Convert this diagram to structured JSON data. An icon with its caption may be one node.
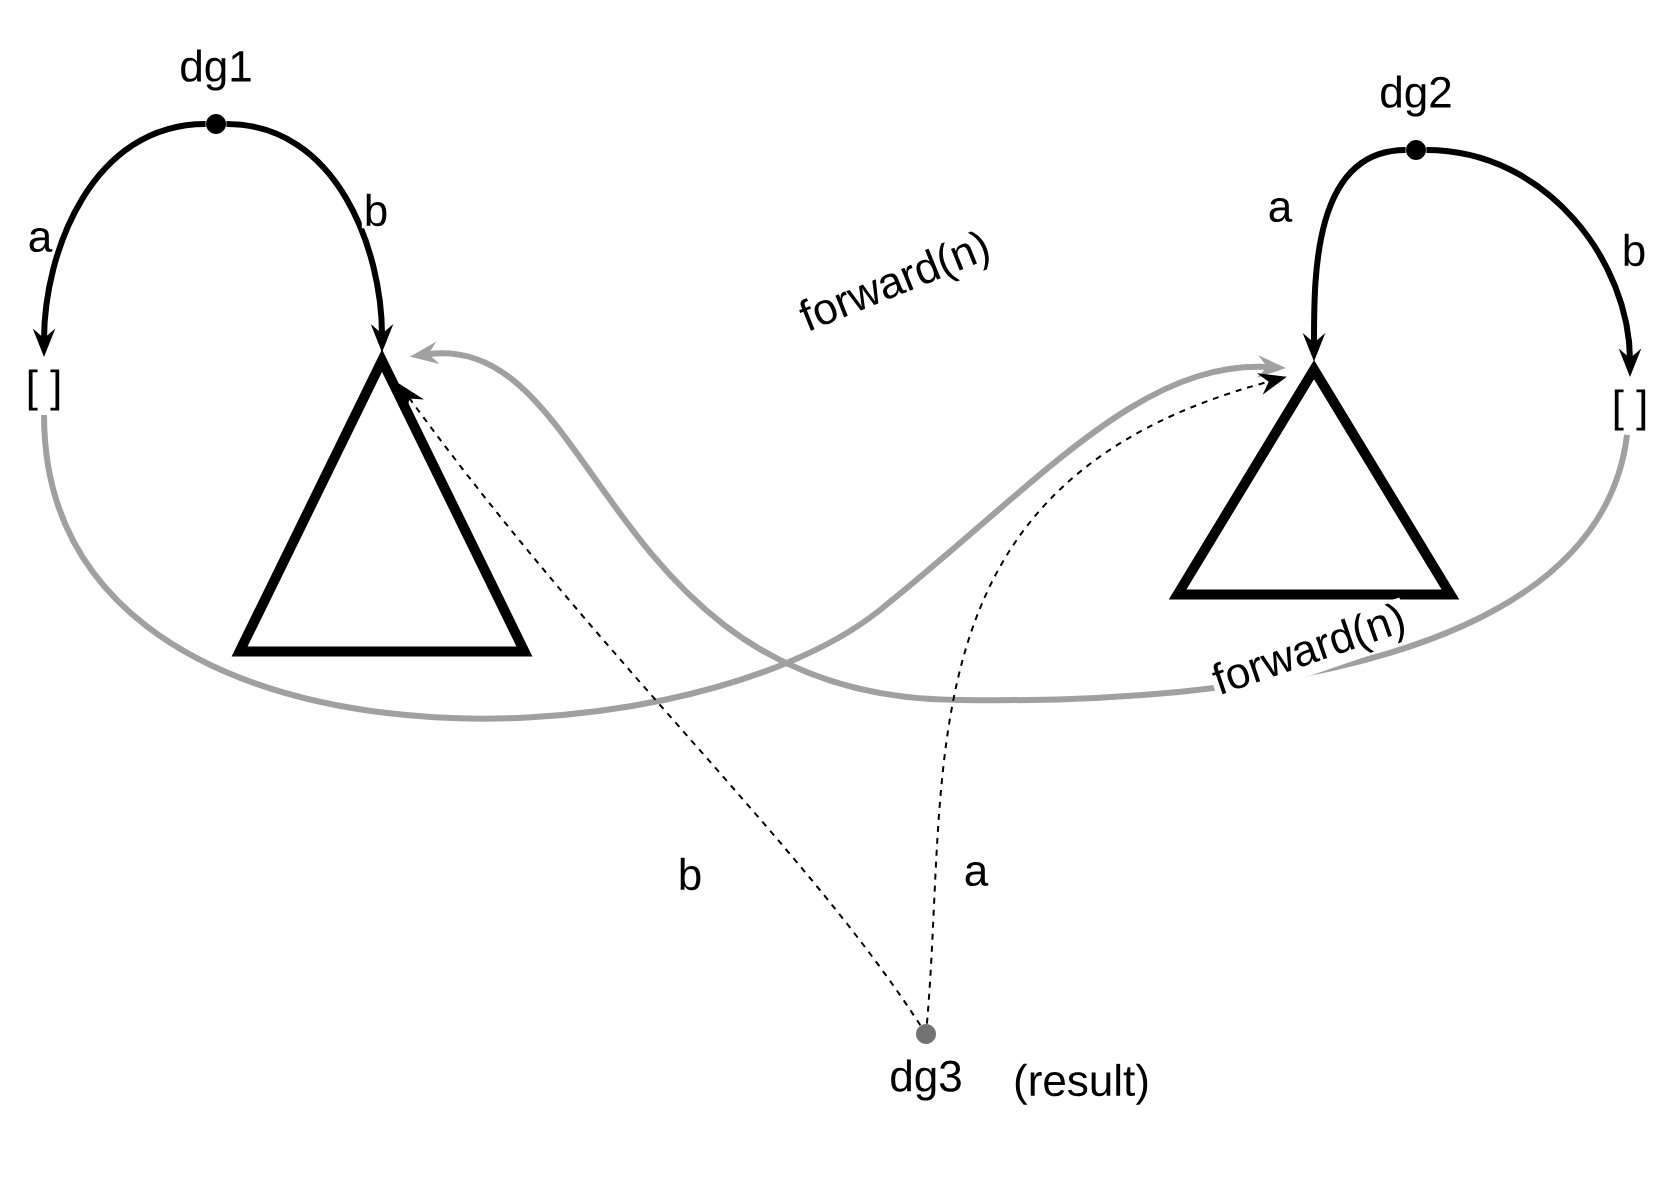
{
  "diagram": {
    "nodes": [
      {
        "text": [
          "dg1"
        ]
      },
      {
        "text": [
          "[ ]"
        ]
      },
      {
        "text": [],
        "shape": "triangle"
      },
      {
        "text": [
          "dg2"
        ]
      },
      {
        "text": [],
        "shape": "triangle"
      },
      {
        "text": [
          "[ ]"
        ]
      },
      {
        "text": [
          "dg3"
        ],
        "beside": [
          "(result)"
        ]
      }
    ],
    "edges": [
      {
        "from": 0,
        "to": 1,
        "arrow": "to",
        "label": "a"
      },
      {
        "from": 0,
        "to": 2,
        "arrow": "to",
        "label": "b"
      },
      {
        "from": 3,
        "to": 4,
        "arrow": "to",
        "label": "a"
      },
      {
        "from": 3,
        "to": 5,
        "arrow": "to",
        "label": "b"
      },
      {
        "from": 1,
        "to": 4,
        "arrow": "to",
        "label": "forward(n)",
        "color": "#a0a0a0"
      },
      {
        "from": 5,
        "to": 2,
        "arrow": "to",
        "label": "forward(n)",
        "color": "#a0a0a0"
      },
      {
        "from": 6,
        "to": 2,
        "arrow": "to",
        "label": "b",
        "style": "dashed"
      },
      {
        "from": 6,
        "to": 4,
        "arrow": "to",
        "label": "a",
        "style": "dashed"
      }
    ]
  }
}
